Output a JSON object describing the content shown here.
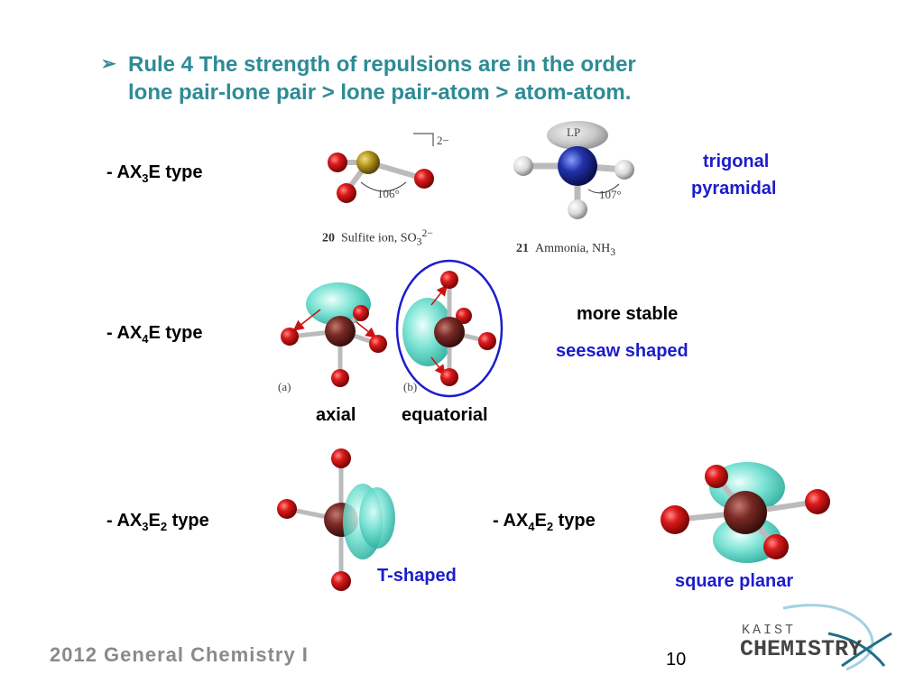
{
  "rule": {
    "bullet": "➢",
    "line1": "Rule 4 The strength of repulsions are in the order",
    "line2": "lone pair-lone pair > lone pair-atom > atom-atom."
  },
  "rows": {
    "ax3e": {
      "prefix": "- AX",
      "sub1": "3",
      "mid": "E",
      "suffix": " type"
    },
    "ax4e": {
      "prefix": "- AX",
      "sub1": "4",
      "mid": "E",
      "suffix": " type"
    },
    "ax3e2": {
      "prefix": "- AX",
      "sub1": "3",
      "mid": "E",
      "sub2": "2",
      "suffix": " type"
    },
    "ax4e2": {
      "prefix": "- AX",
      "sub1": "4",
      "mid": "E",
      "sub2": "2",
      "suffix": " type"
    }
  },
  "labels": {
    "trigonal_line1": "trigonal",
    "trigonal_line2": "pyramidal",
    "more_stable": "more stable",
    "seesaw": "seesaw shaped",
    "axial": "axial",
    "equatorial": "equatorial",
    "t_shaped": "T-shaped",
    "square_planar": "square planar"
  },
  "figures": {
    "sulfite": {
      "charge": "2−",
      "angle": "106°",
      "number": "20",
      "caption": "Sulfite ion, SO",
      "caption_sub": "3",
      "caption_sup": "2−"
    },
    "ammonia": {
      "lp": "LP",
      "angle": "107°",
      "number": "21",
      "caption": "Ammonia, NH",
      "caption_sub": "3"
    },
    "panel_a": "(a)",
    "panel_b": "(b)"
  },
  "colors": {
    "title_teal": "#2E8B96",
    "label_blue": "#1c1ccc",
    "oxygen_red": "#cc1111",
    "central_brown": "#7a2a26",
    "lone_pair_teal": "#40d0c0",
    "sulfur_gold": "#b89a20",
    "nitrogen_blue": "#2233aa"
  },
  "footer": {
    "course": "2012 General Chemistry I",
    "page": "10",
    "logo_top": "KAIST",
    "logo_bottom": "CHEMISTRY"
  }
}
